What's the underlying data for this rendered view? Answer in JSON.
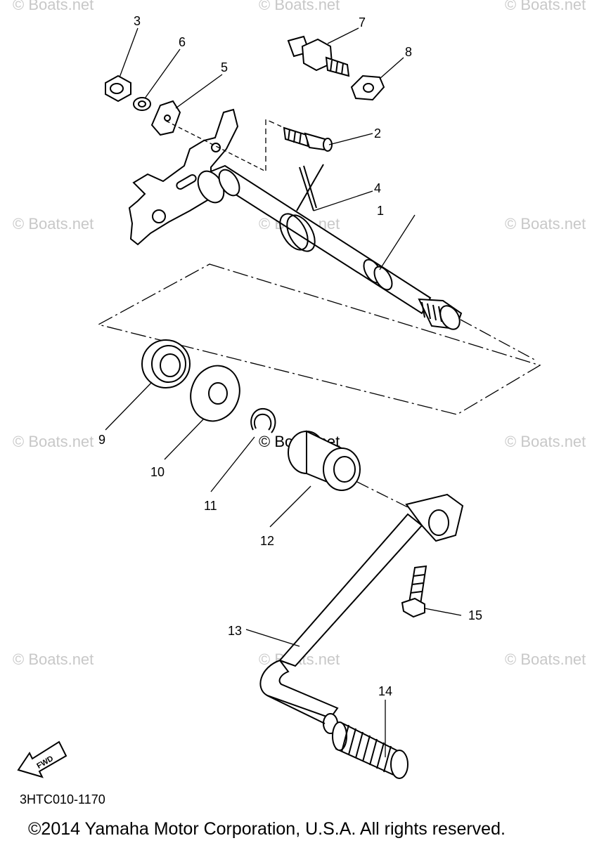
{
  "callouts": [
    "1",
    "2",
    "3",
    "4",
    "5",
    "6",
    "7",
    "8",
    "9",
    "10",
    "11",
    "12",
    "13",
    "14",
    "15"
  ],
  "watermark": "© Boats.net",
  "direction_label": "FWD",
  "diagram_code": "3HTC010-1170",
  "copyright": "©2014 Yamaha Motor Corporation, U.S.A. All rights reserved."
}
